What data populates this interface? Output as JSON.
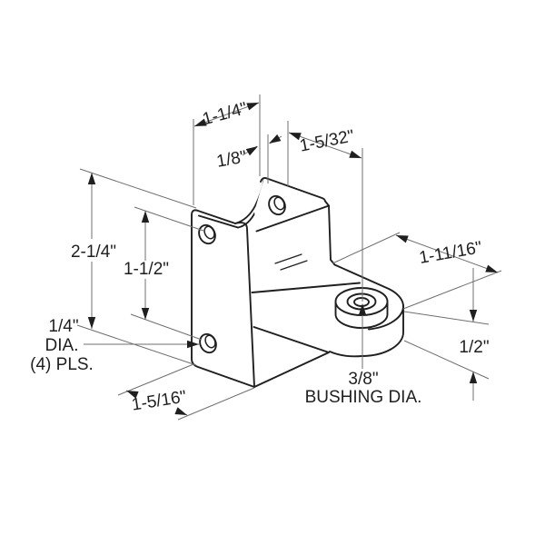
{
  "labels": {
    "width_top": "1-1/4\"",
    "flange_thickness": "1/8\"",
    "bushing_centerline_offset": "1-5/32\"",
    "plate_height": "2-1/4\"",
    "hole_spacing": "1-1/2\"",
    "lug_projection": "1-11/16\"",
    "lug_thickness": "1/2\"",
    "plate_bottom_width": "1-5/16\"",
    "hole_note": [
      "1/4\"",
      "DIA.",
      "(4) PLS."
    ],
    "bushing_note": [
      "3/8\"",
      "BUSHING DIA."
    ]
  },
  "colors": {
    "outline": "#1f1f1f",
    "dimension_lines": "#6f6f6f",
    "background": "#ffffff"
  }
}
